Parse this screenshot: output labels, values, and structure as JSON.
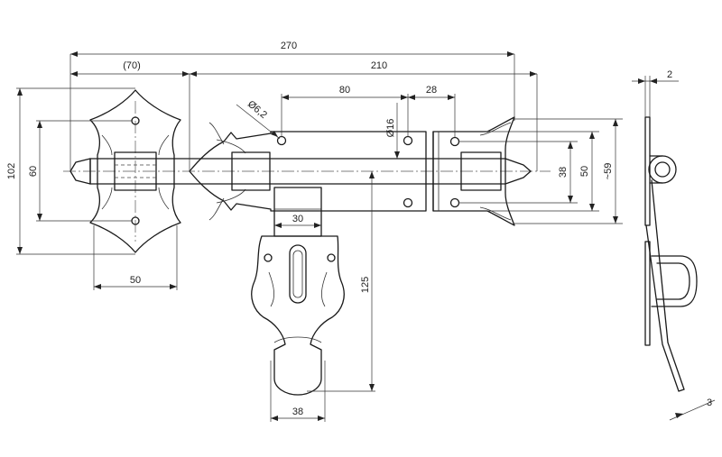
{
  "dimensions": {
    "overall_length": "270",
    "plate_offset": "(70)",
    "bolt_length": "210",
    "hole_spacing_bolt": "80",
    "hole_spacing_keeper": "28",
    "bolt_diameter": "Ø16",
    "hole_diameter": "Ø6,2",
    "left_plate_height": "102",
    "left_hole_spacing": "60",
    "left_plate_width": "50",
    "handle_width": "30",
    "handle_length": "125",
    "handle_tip_width": "38",
    "keeper_hole_spacing": "38",
    "keeper_height": "50",
    "keeper_overall": "~59",
    "side_thickness": "2",
    "handle_thickness": "3"
  },
  "colors": {
    "line": "#1a1a1a",
    "background": "#ffffff"
  }
}
